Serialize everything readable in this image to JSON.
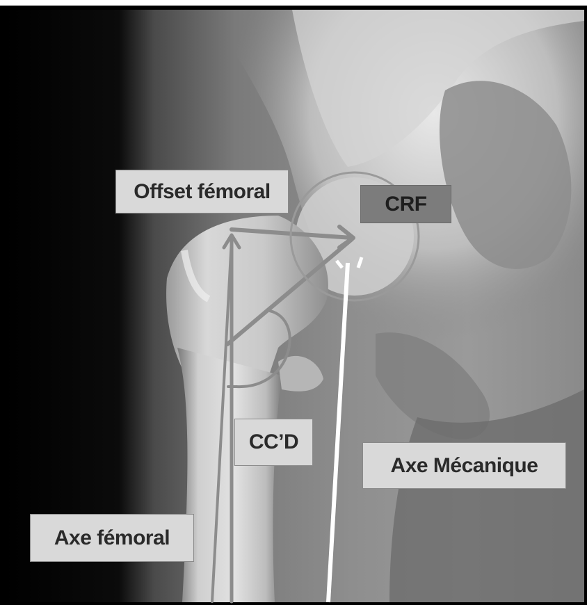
{
  "labels": {
    "offset_femoral": "Offset fémoral",
    "crf": "CRF",
    "ccd": "CC’D",
    "axe_mecanique": "Axe Mécanique",
    "axe_femoral": "Axe fémoral"
  },
  "colors": {
    "label_bg": "#d9d9d9",
    "crf_bg": "#7c7c7c",
    "annotation_stroke": "#8c8c8c",
    "mechanical_axis": "#ffffff"
  }
}
